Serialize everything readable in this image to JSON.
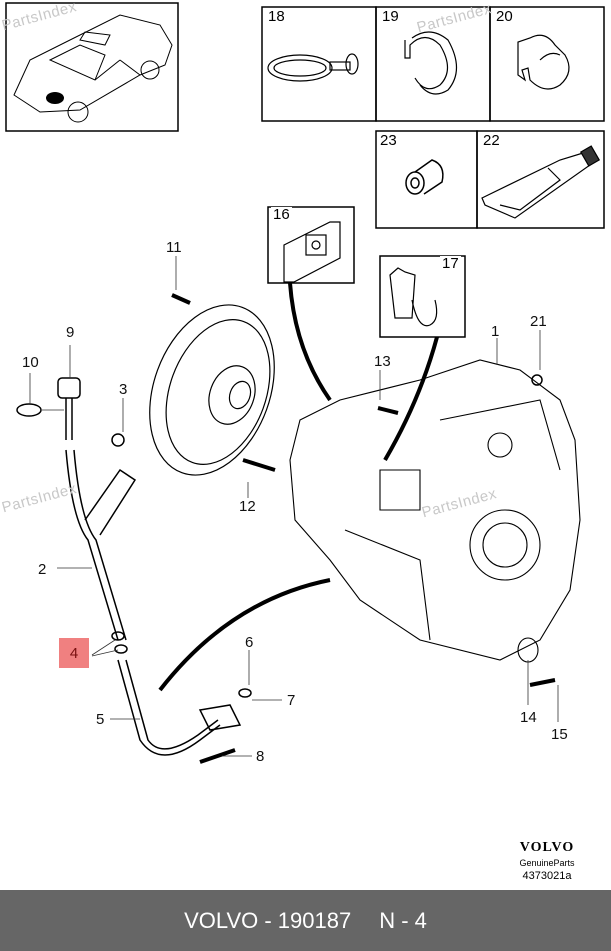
{
  "diagram": {
    "title": "Volvo automatic transmission oil dipstick assembly",
    "overview_image": "car-location-icon",
    "parts_boxes": [
      {
        "label": "18",
        "part": "cable-tie-clip"
      },
      {
        "label": "19",
        "part": "hose-clamp"
      },
      {
        "label": "20",
        "part": "spring-clip"
      },
      {
        "label": "23",
        "part": "sleeve"
      },
      {
        "label": "22",
        "part": "sealant-tube"
      },
      {
        "label": "16",
        "part": "bracket-pad"
      },
      {
        "label": "17",
        "part": "cable-holder-clip"
      }
    ],
    "callouts": [
      "1",
      "2",
      "3",
      "4",
      "5",
      "6",
      "7",
      "8",
      "9",
      "10",
      "11",
      "12",
      "13",
      "14",
      "15",
      "21"
    ],
    "highlighted_callout": "4",
    "highlight_color": "#f08080",
    "watermark": "PartsIndex"
  },
  "brand": {
    "logo": "VOLVO",
    "subtitle": "GenuineParts",
    "drawing_number": "4373021a"
  },
  "footer": {
    "part_ref": "VOLVO - 190187",
    "position_ref": "N - 4",
    "background": "#666666"
  }
}
